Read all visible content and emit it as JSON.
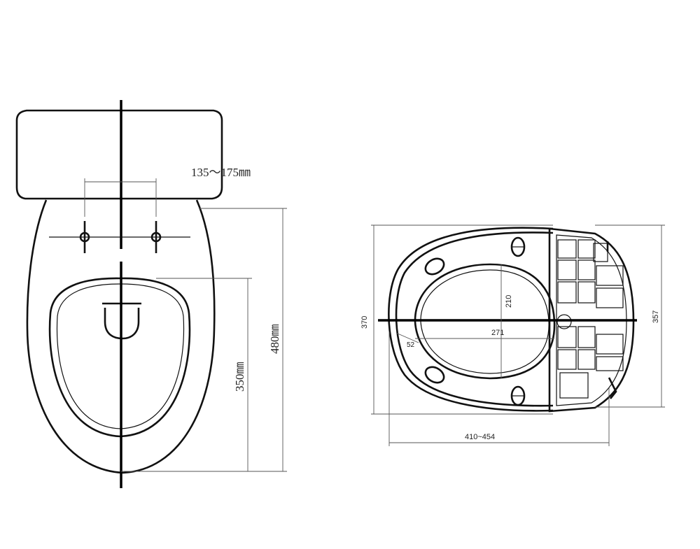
{
  "left_view": {
    "bolt_spacing_label": "135～175㎜",
    "depth_label": "350㎜",
    "overall_length_label": "480㎜"
  },
  "right_view": {
    "height_outer_label": "370",
    "height_housing_label": "357",
    "opening_height_label": "210",
    "opening_length_label": "271",
    "offset_label": "52",
    "overall_length_label": "410~454"
  },
  "colors": {
    "line": "#111111",
    "dimension": "#555555",
    "background": "#ffffff"
  }
}
